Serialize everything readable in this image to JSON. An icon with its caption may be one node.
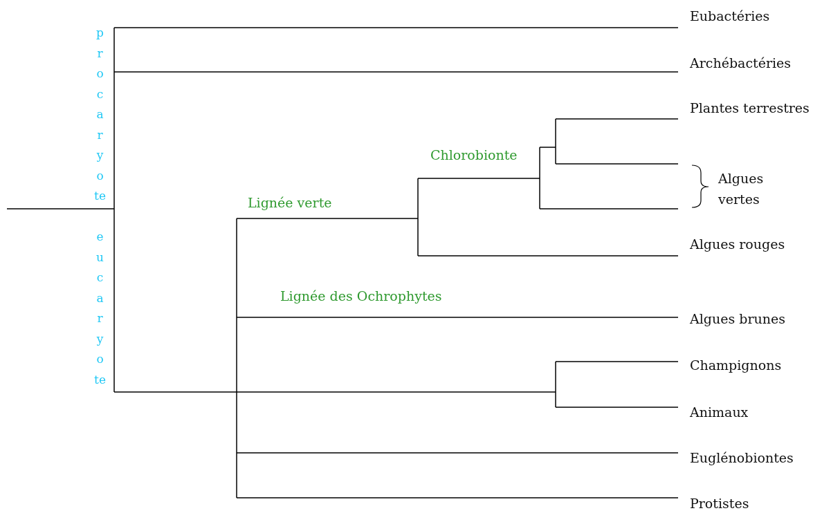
{
  "diagram": {
    "labels": [
      "procaryote",
      "eucaryote",
      "Eubactéries",
      "Archébactéries",
      "Plantes terrestres",
      "Chlorobionte",
      "Algues vertes",
      "Lignée verte",
      "Algues rouges",
      "Lignée des Ochrophytes",
      "Algues brunes",
      "Champignons",
      "Animaux",
      "Euglénobiontes",
      "Protistes"
    ]
  }
}
